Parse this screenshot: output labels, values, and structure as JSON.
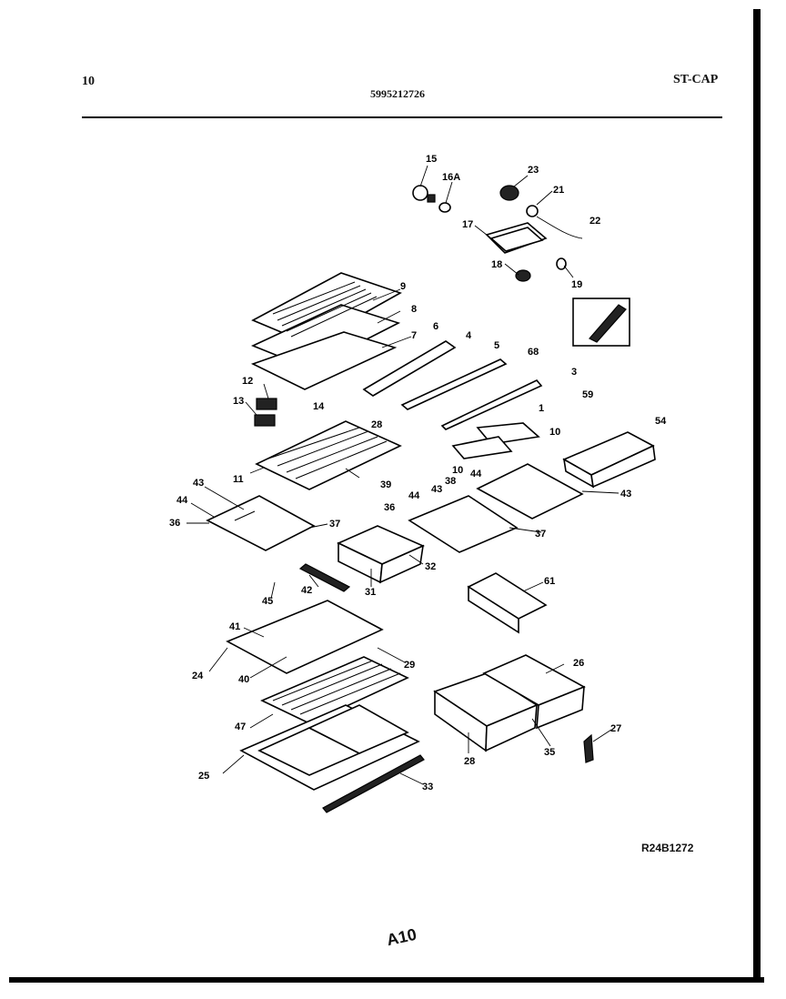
{
  "header": {
    "left": "10",
    "center": "5995212726",
    "right": "ST-CAP"
  },
  "footer": {
    "reference": "R24B1272",
    "page_code": "A10"
  },
  "labels": [
    "15",
    "16A",
    "23",
    "21",
    "22",
    "17",
    "18",
    "19",
    "9",
    "8",
    "7",
    "6",
    "4",
    "5",
    "68",
    "3",
    "59",
    "12",
    "13",
    "14",
    "1",
    "28",
    "10",
    "54",
    "11",
    "39",
    "10",
    "44",
    "43",
    "36",
    "37",
    "43",
    "44",
    "36",
    "43",
    "38",
    "44",
    "37",
    "32",
    "31",
    "61",
    "45",
    "42",
    "41",
    "29",
    "24",
    "40",
    "26",
    "47",
    "28",
    "35",
    "27",
    "25",
    "33"
  ]
}
